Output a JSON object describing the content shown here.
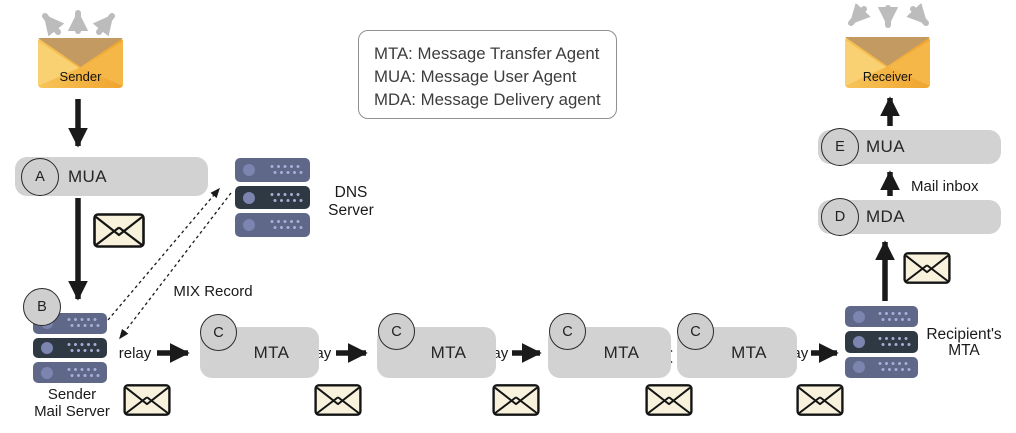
{
  "legend": {
    "lines": [
      "MTA: Message Transfer Agent",
      "MUA: Message User Agent",
      "MDA: Message Delivery agent"
    ]
  },
  "endpoints": {
    "sender": {
      "label": "Sender"
    },
    "receiver": {
      "label": "Receiver"
    }
  },
  "agents": {
    "mua_sender": {
      "badge": "A",
      "label": "MUA"
    },
    "mua_receiver": {
      "badge": "E",
      "label": "MUA"
    },
    "mda": {
      "badge": "D",
      "label": "MDA"
    }
  },
  "mta_chain": [
    {
      "badge": "C",
      "label": "MTA"
    },
    {
      "badge": "C",
      "label": "MTA"
    },
    {
      "badge": "C",
      "label": "MTA"
    },
    {
      "badge": "C",
      "label": "MTA"
    }
  ],
  "servers": {
    "sender_mail_server": {
      "badge": "B",
      "label_line1": "Sender",
      "label_line2": "Mail Server"
    },
    "dns_server": {
      "label_line1": "DNS",
      "label_line2": "Server"
    },
    "recipient_mta": {
      "label_line1": "Recipient's",
      "label_line2": "MTA"
    }
  },
  "annotations": {
    "relay": "relay",
    "mix_record": "MIX Record",
    "mail_inbox": "Mail inbox"
  },
  "colors": {
    "node_fill": "#d2d2d2",
    "badge_fill": "#cfcfcf",
    "server_slab": "#5f6889",
    "server_slab_dark": "#2e3943",
    "envelope_orange": "#f0a42e",
    "envelope_yellow": "#f9d172",
    "envelope_flap_tan": "#c29a62",
    "mail_icon_fill": "#f8f2dd",
    "arrow_black": "#1a1a1a",
    "arrow_gray": "#bcbcbc"
  }
}
